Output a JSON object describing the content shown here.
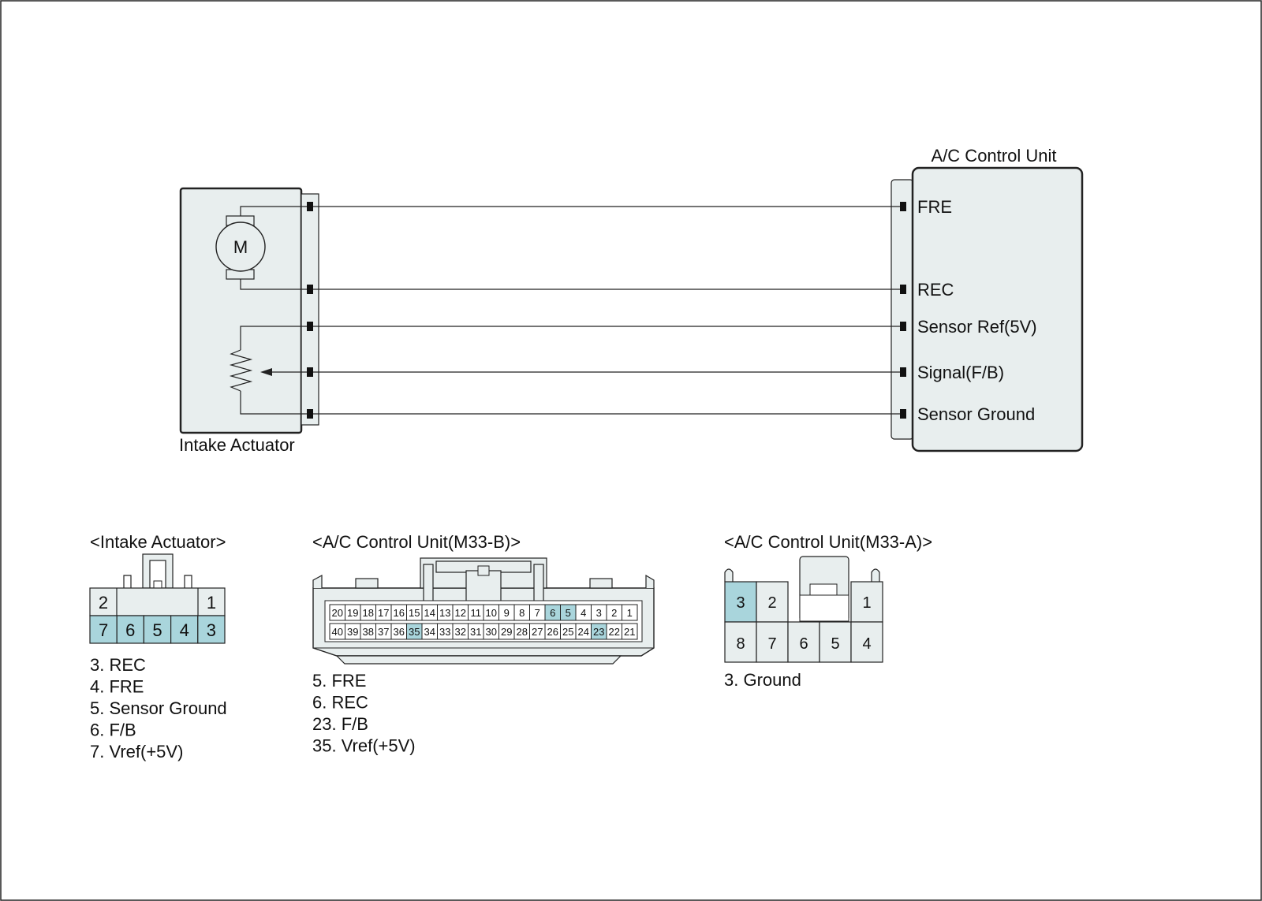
{
  "colors": {
    "body_fill": "#e8eeee",
    "highlight_fill": "#a9d5dc",
    "line": "#222222"
  },
  "wiring": {
    "actuator_label": "Intake Actuator",
    "motor_label": "M",
    "control_unit_label": "A/C Control Unit",
    "terminals": [
      "FRE",
      "REC",
      "Sensor Ref(5V)",
      "Signal(F/B)",
      "Sensor Ground"
    ]
  },
  "connector_actuator": {
    "title": "<Intake Actuator>",
    "top_pins": [
      "2",
      "1"
    ],
    "bottom_pins": [
      "7",
      "6",
      "5",
      "4",
      "3"
    ],
    "legend": [
      "3. REC",
      "4. FRE",
      "5. Sensor Ground",
      "6. F/B",
      "7. Vref(+5V)"
    ]
  },
  "connector_m33b": {
    "title": "<A/C Control Unit(M33-B)>",
    "row1": [
      "20",
      "19",
      "18",
      "17",
      "16",
      "15",
      "14",
      "13",
      "12",
      "11",
      "10",
      "9",
      "8",
      "7",
      "6",
      "5",
      "4",
      "3",
      "2",
      "1"
    ],
    "row2": [
      "40",
      "39",
      "38",
      "37",
      "36",
      "35",
      "34",
      "33",
      "32",
      "31",
      "30",
      "29",
      "28",
      "27",
      "26",
      "25",
      "24",
      "23",
      "22",
      "21"
    ],
    "highlighted": [
      "5",
      "6",
      "23",
      "35"
    ],
    "legend": [
      "5. FRE",
      "6. REC",
      "23. F/B",
      "35. Vref(+5V)"
    ]
  },
  "connector_m33a": {
    "title": "<A/C Control Unit(M33-A)>",
    "top_pins": [
      "3",
      "2",
      "1"
    ],
    "bottom_pins": [
      "8",
      "7",
      "6",
      "5",
      "4"
    ],
    "highlighted": [
      "3"
    ],
    "legend": [
      "3. Ground"
    ]
  }
}
